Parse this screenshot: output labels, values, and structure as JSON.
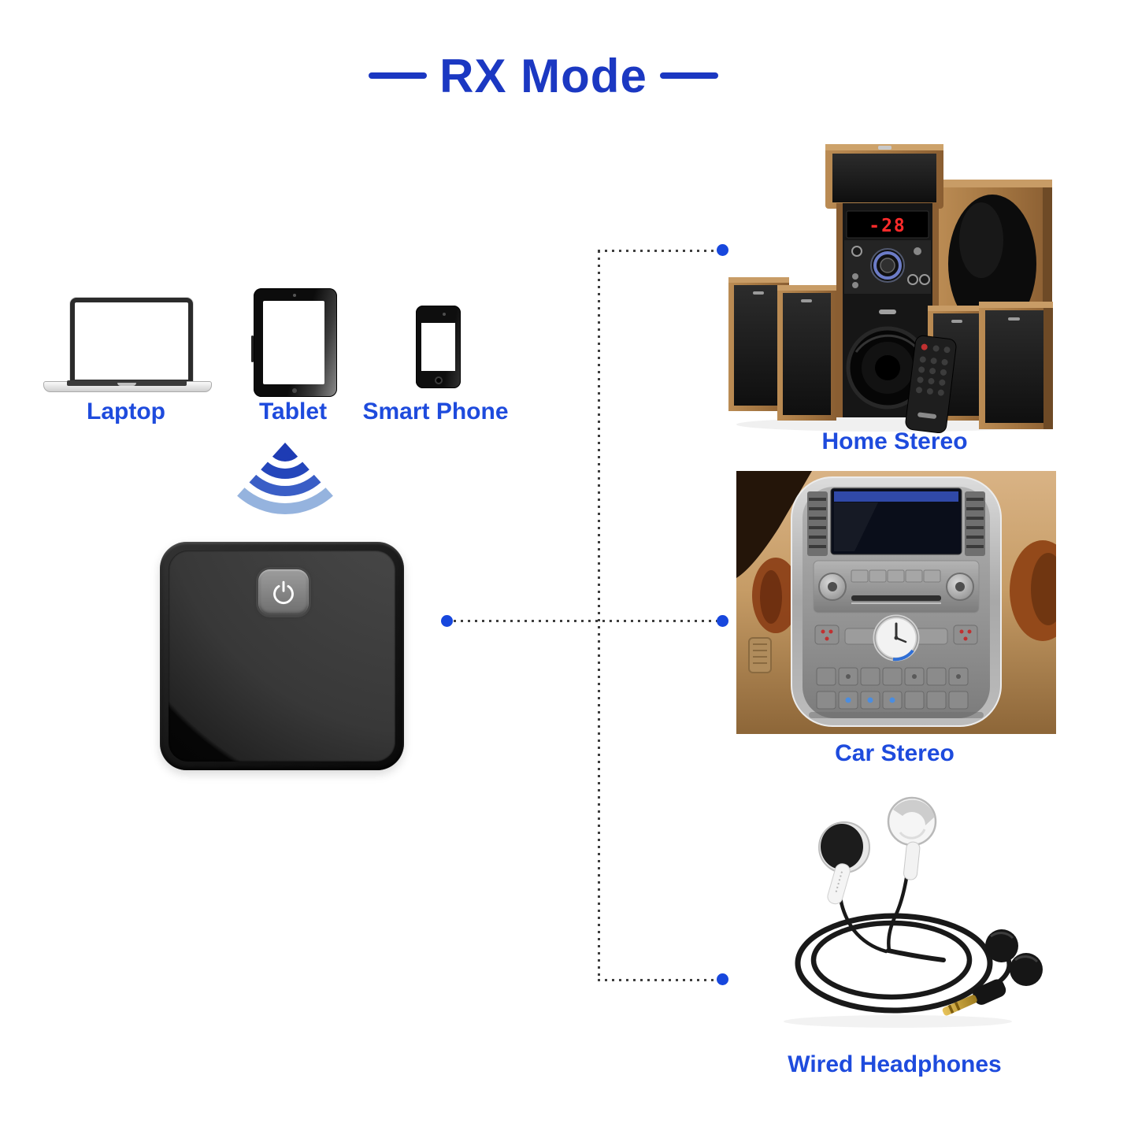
{
  "title": {
    "text": "RX Mode"
  },
  "colors": {
    "title_blue": "#1b38c2",
    "label_blue": "#1e4bdd",
    "connector_dot_blue": "#1747dd",
    "connector_line_gray": "#3e3e3e",
    "wifi_band_dark": "#1e3cb4",
    "wifi_band_mid": "#3a5ec6",
    "wifi_band_light": "#95b3de",
    "led_red": "#ff2b2b"
  },
  "icons": {
    "wifi": "wifi-signal-down-icon",
    "power": "power-icon"
  },
  "sources": {
    "laptop": {
      "label": "Laptop"
    },
    "tablet": {
      "label": "Tablet"
    },
    "smart_phone": {
      "label": "Smart Phone"
    }
  },
  "receivers": {
    "home_stereo": {
      "label": "Home Stereo",
      "display_value": "-28"
    },
    "car_stereo": {
      "label": "Car Stereo"
    },
    "wired_headphones": {
      "label": "Wired Headphones"
    }
  }
}
